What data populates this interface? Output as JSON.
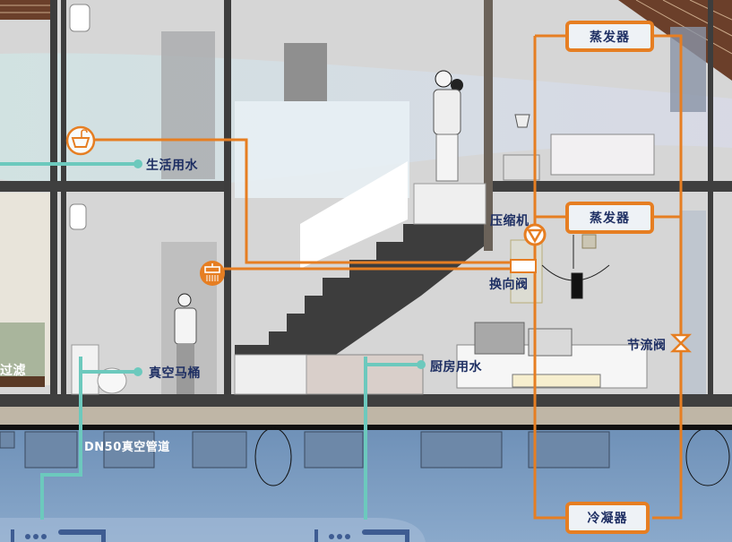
{
  "diagram": {
    "title": "Vacuum sewage and heat pump system section",
    "colors": {
      "refrigerant_pipe": "#e67e22",
      "vacuum_pipe": "#6cc9bd",
      "label_text": "#1e2f63",
      "ground_water": "#7fa0c4",
      "interior_wall": "#d7d7d7"
    },
    "refrigerant_components": [
      {
        "id": "evaporator-upper",
        "label": "蒸发器",
        "icon": "ac-unit-icon"
      },
      {
        "id": "evaporator-lower",
        "label": "蒸发器",
        "icon": "ac-unit-icon"
      },
      {
        "id": "compressor",
        "label": "压缩机",
        "icon": "compressor-icon"
      },
      {
        "id": "reversing-valve",
        "label": "换向阀",
        "icon": "valve-icon"
      },
      {
        "id": "throttle-valve",
        "label": "节流阀",
        "icon": "throttle-valve-icon"
      },
      {
        "id": "condenser",
        "label": "冷凝器",
        "icon": "condenser-icon"
      }
    ],
    "vacuum_components": [
      {
        "id": "domestic-water",
        "label": "生活用水",
        "icon": "sink-icon"
      },
      {
        "id": "vacuum-toilet",
        "label": "真空马桶"
      },
      {
        "id": "kitchen-water",
        "label": "厨房用水"
      },
      {
        "id": "vacuum-pipe",
        "label": "DN50真空管道"
      }
    ],
    "icons": {
      "sink": "sink-icon",
      "shower": "shower-icon"
    },
    "partial_label_left": "过滤"
  }
}
